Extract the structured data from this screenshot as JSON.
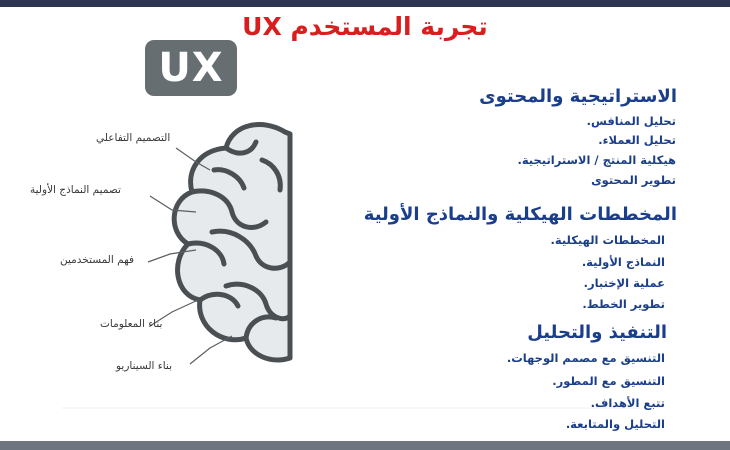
{
  "title": "تجربة المستخدم UX",
  "badge": "UX",
  "brain_labels": [
    "التصميم التفاعلي",
    "تصميم النماذج الأولية",
    "فهم المستخدمين",
    "بناء المعلومات",
    "بناء السيناريو"
  ],
  "sections": [
    {
      "title": "الاستراتيجية والمحتوى",
      "items": [
        "تحليل المنافس.",
        "تحليل العملاء.",
        "هيكلية المنتج / الاستراتيجية.",
        "تطوير المحتوى"
      ]
    },
    {
      "title": "المخططات الهيكلية  والنماذج الأولية",
      "items": [
        "المخططات الهيكلية.",
        "النماذج الأولية.",
        "عملية الإختبار.",
        "تطوير الخطط."
      ]
    },
    {
      "title": "التنفيذ والتحليل",
      "items": [
        "التنسيق مع مصمم الوجهات.",
        "التنسيق مع المطور.",
        "تتبع الأهداف.",
        "التحليل والمتابعة."
      ]
    }
  ],
  "colors": {
    "title": "#d81e1e",
    "section_text": "#1a3e8a",
    "badge": "#676e72",
    "brain_fill": "#e6eaec",
    "brain_stroke": "#4a4f53",
    "top_bar": "#2d3550",
    "bottom_bar": "#6c7580"
  }
}
